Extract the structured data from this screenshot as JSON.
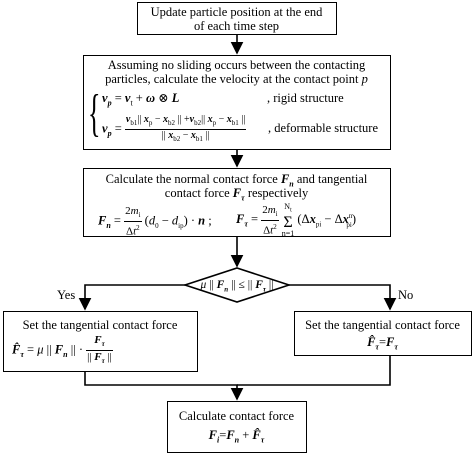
{
  "boxes": {
    "update": {
      "line1": "Update particle position at the end",
      "line2": "of each time step"
    },
    "velocity": {
      "line1": "Assuming no sliding occurs between the contacting",
      "line2": "particles, calculate the velocity at the contact point",
      "point_symbol": "p",
      "rigid_label": ", rigid  structure",
      "deformable_label": ", deformable  structure"
    },
    "force": {
      "line1": "Calculate the normal contact force",
      "line1b": "and tangential",
      "line2": "contact force",
      "line2b": "respectively"
    },
    "decision": {
      "text": "μ || F_n || ≤ || F_τ ||"
    },
    "yes_box": {
      "line1": "Set the tangential contact force"
    },
    "no_box": {
      "line1": "Set the tangential contact force"
    },
    "final": {
      "line1": "Calculate contact force"
    }
  },
  "branches": {
    "yes": "Yes",
    "no": "No"
  }
}
